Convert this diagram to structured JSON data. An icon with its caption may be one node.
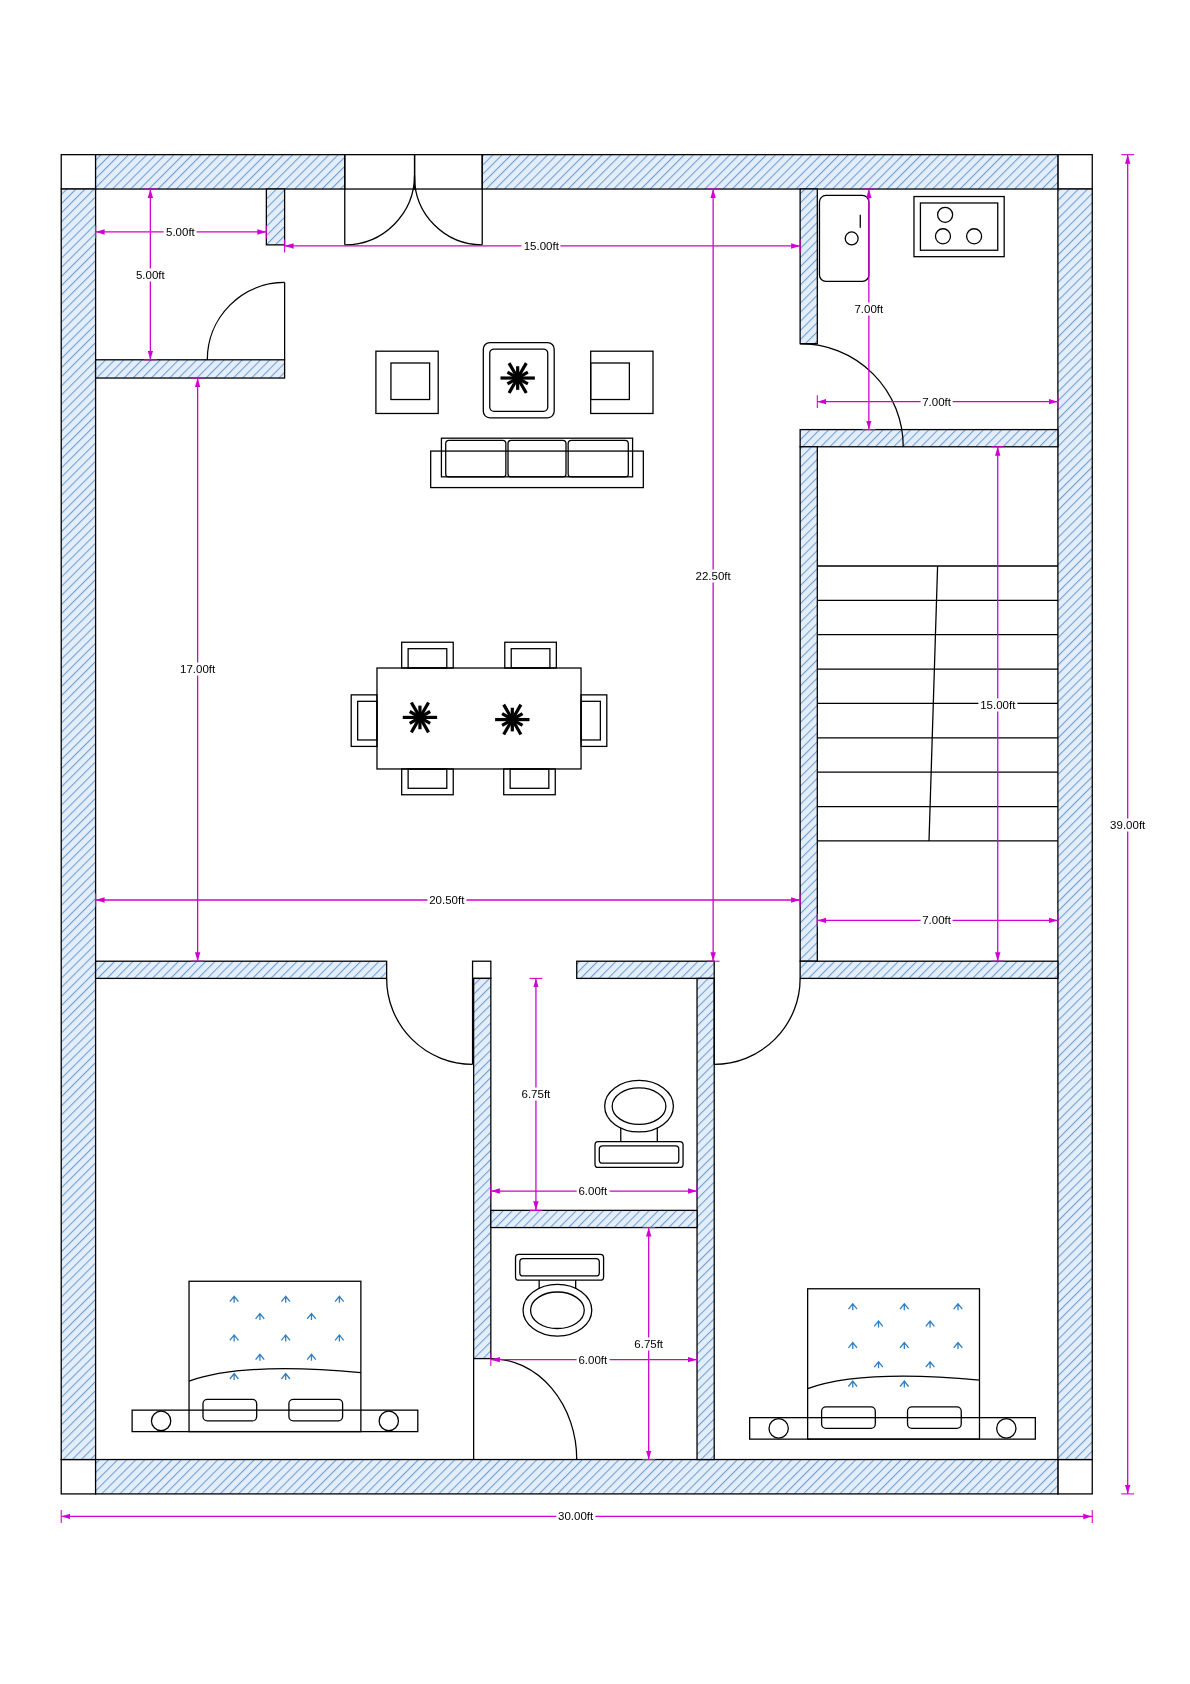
{
  "diagram": {
    "labels": [
      "5.00ft",
      "15.00ft",
      "5.00ft",
      "7.00ft",
      "7.00ft",
      "22.50ft",
      "17.00ft",
      "15.00ft",
      "39.00ft",
      "20.50ft",
      "7.00ft",
      "6.75ft",
      "6.00ft",
      "6.75ft",
      "6.00ft",
      "30.00ft"
    ]
  }
}
